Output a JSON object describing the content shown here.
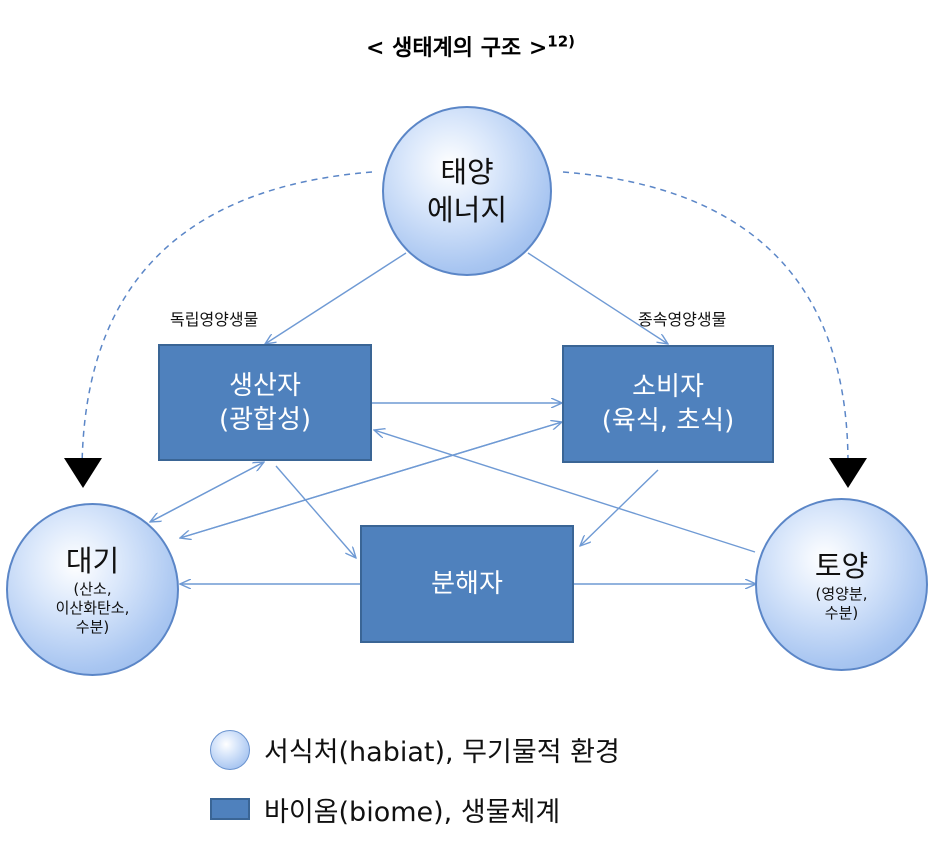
{
  "title": {
    "text": "< 생태계의 구조 >",
    "footnote": "12)"
  },
  "nodes": {
    "sun": {
      "line1": "태양",
      "line2": "에너지"
    },
    "atmosphere": {
      "name": "대기",
      "detail1": "(산소,",
      "detail2": "이산화탄소,",
      "detail3": "수분)"
    },
    "soil": {
      "name": "토양",
      "detail1": "(영양분,",
      "detail2": "수분)"
    },
    "producer": {
      "line1": "생산자",
      "line2": "(광합성)"
    },
    "consumer": {
      "line1": "소비자",
      "line2": "(육식, 초식)"
    },
    "decomposer": {
      "line1": "분해자"
    }
  },
  "annotations": {
    "autotroph": "독립영양생물",
    "heterotroph": "종속영양생물"
  },
  "legend": {
    "habitat": "서식처(habiat), 무기물적 환경",
    "biome": "바이옴(biome), 생물체계"
  },
  "colors": {
    "box_fill": "#4f81bd",
    "circle_fill": "#a9c6f1",
    "arrow": "#6f9ad4",
    "dashed": "#5b86c7"
  }
}
